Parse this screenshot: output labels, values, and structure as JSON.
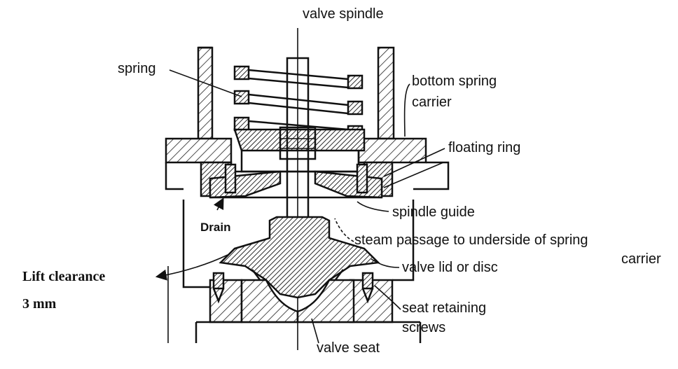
{
  "labels": {
    "valve_spindle": "valve spindle",
    "spring": "spring",
    "bottom_spring_carrier_line1": "bottom spring",
    "bottom_spring_carrier_line2": "carrier",
    "floating_ring": "floating ring",
    "spindle_guide": "spindle guide",
    "drain": "Drain",
    "steam_passage_line1": "steam passage to underside of spring",
    "steam_passage_line2": "carrier",
    "valve_lid": "valve lid or disc",
    "lift_clearance_line1": "Lift clearance",
    "lift_clearance_line2": "3 mm",
    "seat_screws_line1": "seat retaining",
    "seat_screws_line2": "screws",
    "valve_seat": "valve seat"
  }
}
